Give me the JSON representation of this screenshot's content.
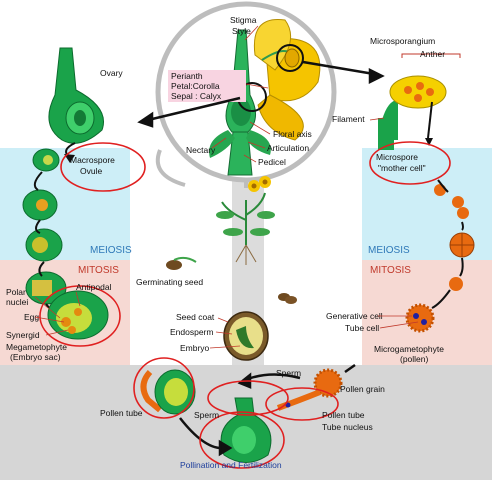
{
  "labels": {
    "stigma": "Stigma",
    "style": "Style",
    "perianth": "Perianth",
    "petal": "Petal:Corolla",
    "sepal": "Sepal : Calyx",
    "microsporangium": "Microsporangium",
    "anther": "Anther",
    "filament": "Filament",
    "ovary": "Ovary",
    "nectary": "Nectary",
    "floral_axis": "Floral axis",
    "articulation": "Articulation",
    "pedicel": "Pedicel",
    "macrospore": "Macrospore",
    "ovule": "Ovule",
    "microspore": "Microspore",
    "mother_cell": "\"mother cell\"",
    "meiosis_left": "MEIOSIS",
    "meiosis_right": "MEIOSIS",
    "mitosis_left": "MITOSIS",
    "mitosis_right": "MITOSIS",
    "antipodal": "Antipodal",
    "polar": "Polar",
    "nuclei": "nuclei",
    "egg": "Egg",
    "synergid": "Synergid",
    "megagametophyte": "Megametophyte",
    "embryo_sac": "(Embryo sac)",
    "germinating_seed": "Germinating seed",
    "seed_coat": "Seed coat",
    "endosperm": "Endosperm",
    "embryo": "Embryo",
    "generative_cell": "Generative cell",
    "tube_cell": "Tube cell",
    "microgametophyte": "Microgametophyte",
    "pollen_paren": "(pollen)",
    "sperm_top": "Sperm",
    "pollen_grain": "Pollen grain",
    "pollen_tube_left": "Pollen tube",
    "sperm_bottom": "Sperm",
    "pollen_tube_right": "Pollen tube",
    "tube_nucleus": "Tube nucleus",
    "pollination_title": "Pollination and Fertilization"
  },
  "colors": {
    "ovary_green": "#1aa34a",
    "petal_yellow": "#f5c400",
    "blue_band": "#cdeef7",
    "pink_band": "#f6d9d3",
    "gray_band": "#d6d6d6",
    "highlight_circle": "#e02020",
    "cell_orange": "#e86a10"
  }
}
